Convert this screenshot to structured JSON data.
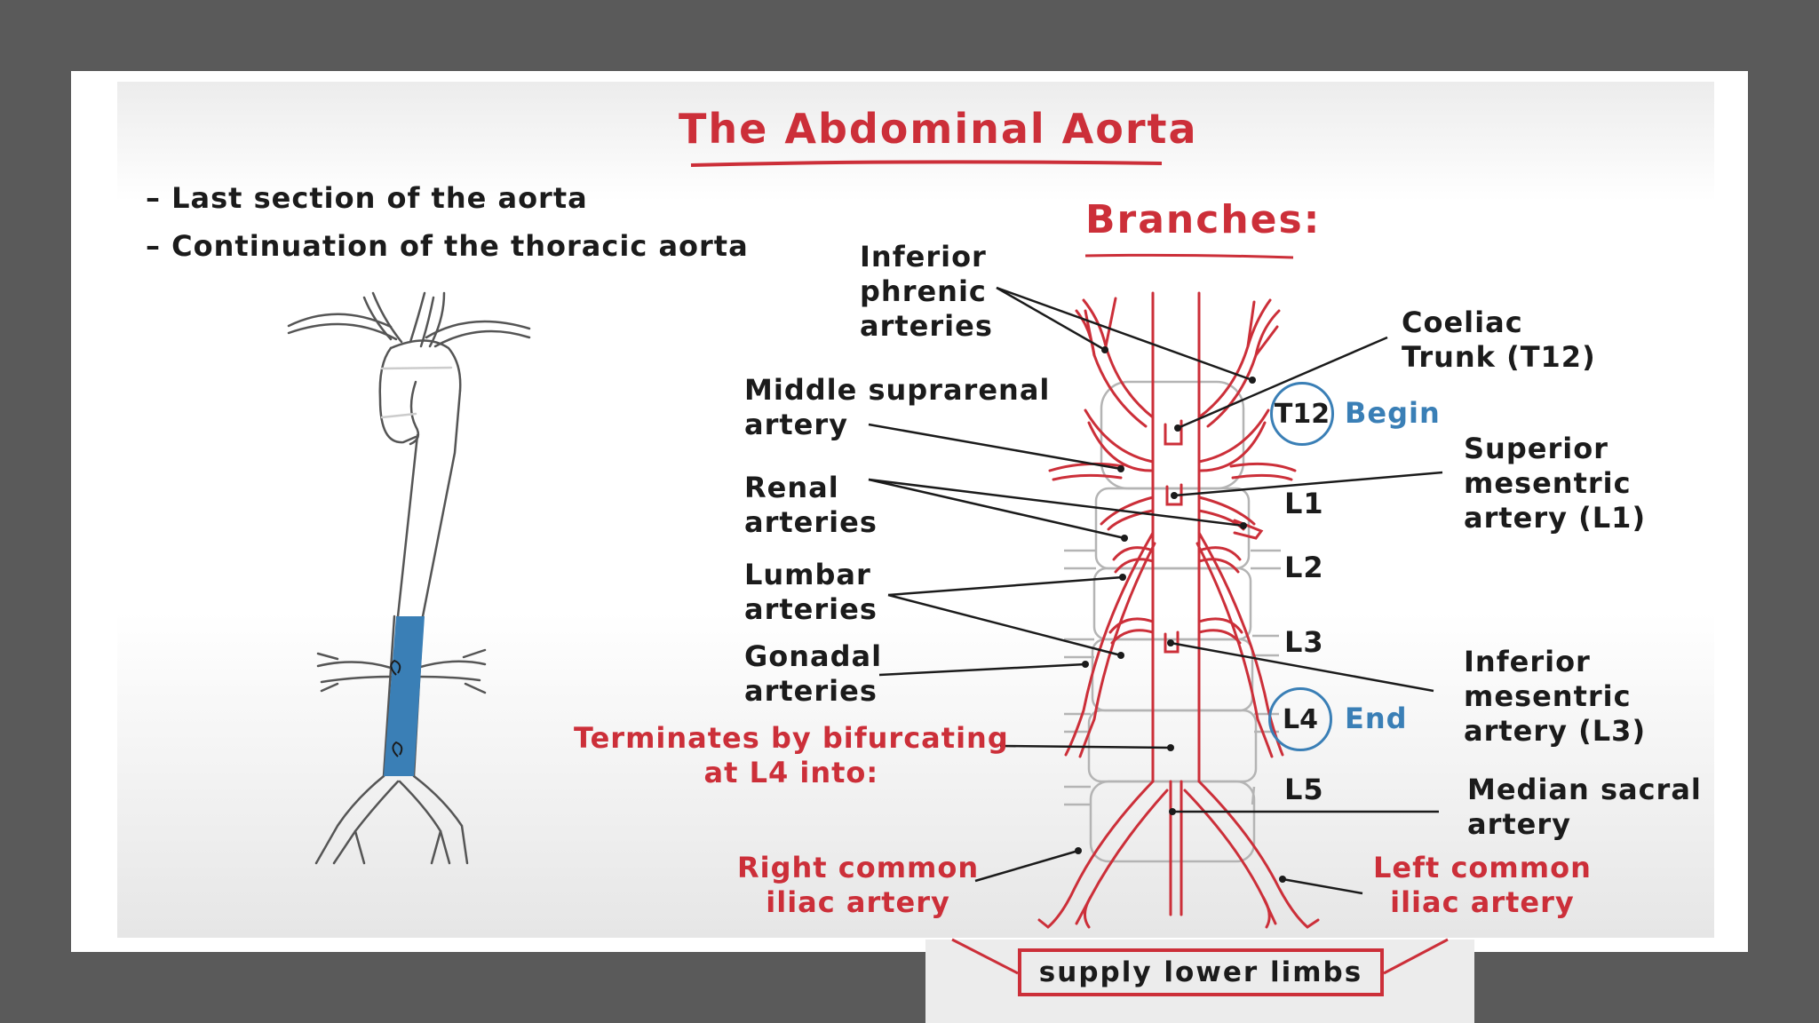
{
  "title": "The Abdominal Aorta",
  "bullets": [
    "– Last section of the aorta",
    "– Continuation of the thoracic aorta"
  ],
  "branches_heading": "Branches:",
  "labels": {
    "inferior_phrenic": "Inferior\nphrenic\narteries",
    "middle_suprarenal": "Middle suprarenal\nartery",
    "renal": "Renal\narteries",
    "lumbar": "Lumbar\narteries",
    "gonadal": "Gonadal\narteries",
    "coeliac": "Coeliac\nTrunk (T12)",
    "superior_mesenteric": "Superior\nmesentric\nartery (L1)",
    "inferior_mesenteric": "Inferior\nmesentric\nartery (L3)",
    "median_sacral": "Median sacral\nartery",
    "terminates": "Terminates by bifurcating\nat L4 into:",
    "right_common_iliac": "Right common\niliac artery",
    "left_common_iliac": "Left common\niliac artery",
    "supply": "supply lower limbs"
  },
  "vertebrae": {
    "t12": "T12",
    "l1": "L1",
    "l2": "L2",
    "l3": "L3",
    "l4": "L4",
    "l5": "L5",
    "begin": "Begin",
    "end": "End"
  },
  "colors": {
    "artery_red": "#cc2f39",
    "highlight_blue": "#3a7fb6",
    "background_gray": "#5a5a5a",
    "text_dark": "#1b1b1b"
  }
}
